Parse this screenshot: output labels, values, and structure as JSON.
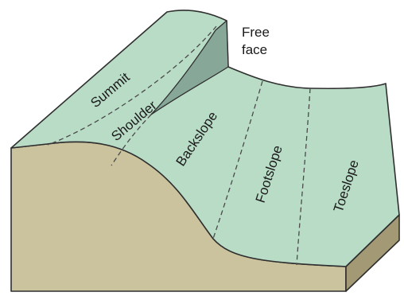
{
  "labels": {
    "summit": "Summit",
    "shoulder": "Shoulder",
    "backslope": "Backslope",
    "footslope": "Footslope",
    "toeslope": "Toeslope",
    "free_face_line1": "Free",
    "free_face_line2": "face"
  },
  "colors": {
    "surface": "#b9dcc6",
    "free_face": "#87a898",
    "soil_front": "#cbc39e",
    "soil_side": "#a39a75",
    "outline": "#2f2f2f"
  }
}
